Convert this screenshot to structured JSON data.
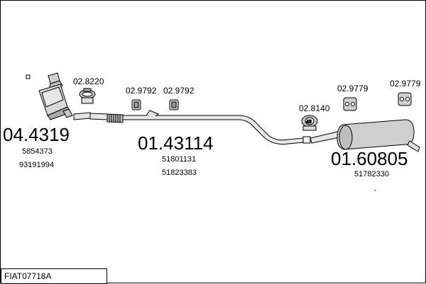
{
  "diagram": {
    "parts": [
      {
        "number": "04.4319",
        "refs": [
          "5854373",
          "93191994"
        ],
        "icon": "catalytic-converter"
      },
      {
        "number": "01.43114",
        "refs": [
          "51801131",
          "51823383"
        ],
        "icon": "middle-pipe"
      },
      {
        "number": "01.60805",
        "refs": [
          "51782330"
        ],
        "icon": "rear-silencer"
      }
    ],
    "fittings": [
      {
        "number": "02.8220",
        "icon": "clamp"
      },
      {
        "number": "02.9792",
        "icon": "rubber-mount"
      },
      {
        "number": "02.9792",
        "icon": "rubber-mount"
      },
      {
        "number": "02.8140",
        "icon": "clamp"
      },
      {
        "number": "02.9779",
        "icon": "rubber-hanger"
      },
      {
        "number": "02.9779",
        "icon": "rubber-hanger"
      }
    ],
    "clamp_size": "48",
    "code": "FIAT07718A"
  }
}
